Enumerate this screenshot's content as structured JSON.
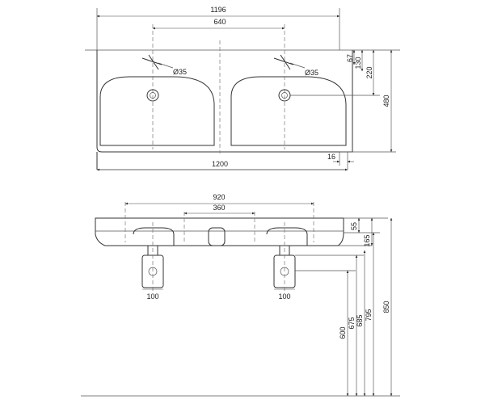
{
  "top_view": {
    "overall_width": "1196",
    "tap_spacing": "640",
    "tap_hole_left": "Ø35",
    "tap_hole_right": "Ø35",
    "base_width": "1200",
    "edge_offset": "16",
    "right_dims": [
      "67",
      "130",
      "220",
      "480"
    ]
  },
  "side_view": {
    "width_top": "920",
    "width_inner": "360",
    "drain_left": "100",
    "drain_right": "100",
    "right_dims": [
      "55",
      "165"
    ],
    "height_dims": [
      "600",
      "675",
      "685",
      "795",
      "850"
    ]
  }
}
